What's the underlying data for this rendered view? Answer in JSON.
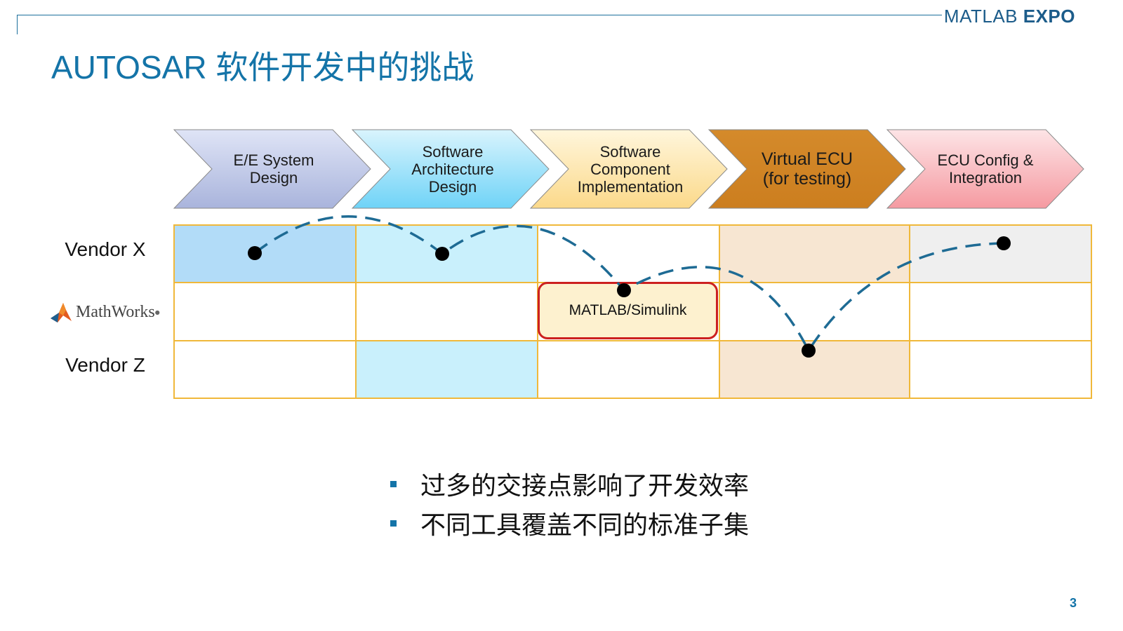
{
  "header": {
    "logo_text": "MATLAB",
    "logo_bold": "EXPO",
    "title": "AUTOSAR 软件开发中的挑战"
  },
  "process_steps": [
    {
      "label": "E/E System\nDesign",
      "color_top": "#dfe4f6",
      "color_bottom": "#a9b4dc"
    },
    {
      "label": "Software\nArchitecture\nDesign",
      "color_top": "#d9f4fd",
      "color_bottom": "#6fd3f7"
    },
    {
      "label": "Software\nComponent\nImplementation",
      "color_top": "#fff6dc",
      "color_bottom": "#fbd98a"
    },
    {
      "label": "Virtual ECU\n(for testing)",
      "color_top": "#d48a2b",
      "color_bottom": "#cc7e1f"
    },
    {
      "label": "ECU Config &\nIntegration",
      "color_top": "#fde4e6",
      "color_bottom": "#f59aa1"
    }
  ],
  "rows": {
    "vendor_x": "Vendor X",
    "mathworks": "MathWorks",
    "vendor_z": "Vendor Z"
  },
  "highlight_label": "MATLAB/Simulink",
  "bullets": [
    "过多的交接点影响了开发效率",
    "不同工具覆盖不同的标准子集"
  ],
  "page_number": "3",
  "colors": {
    "accent": "#1474a8",
    "grid_border": "#f0b83a",
    "path_dash": "#1e6b94",
    "highlight_border": "#cc2020"
  }
}
